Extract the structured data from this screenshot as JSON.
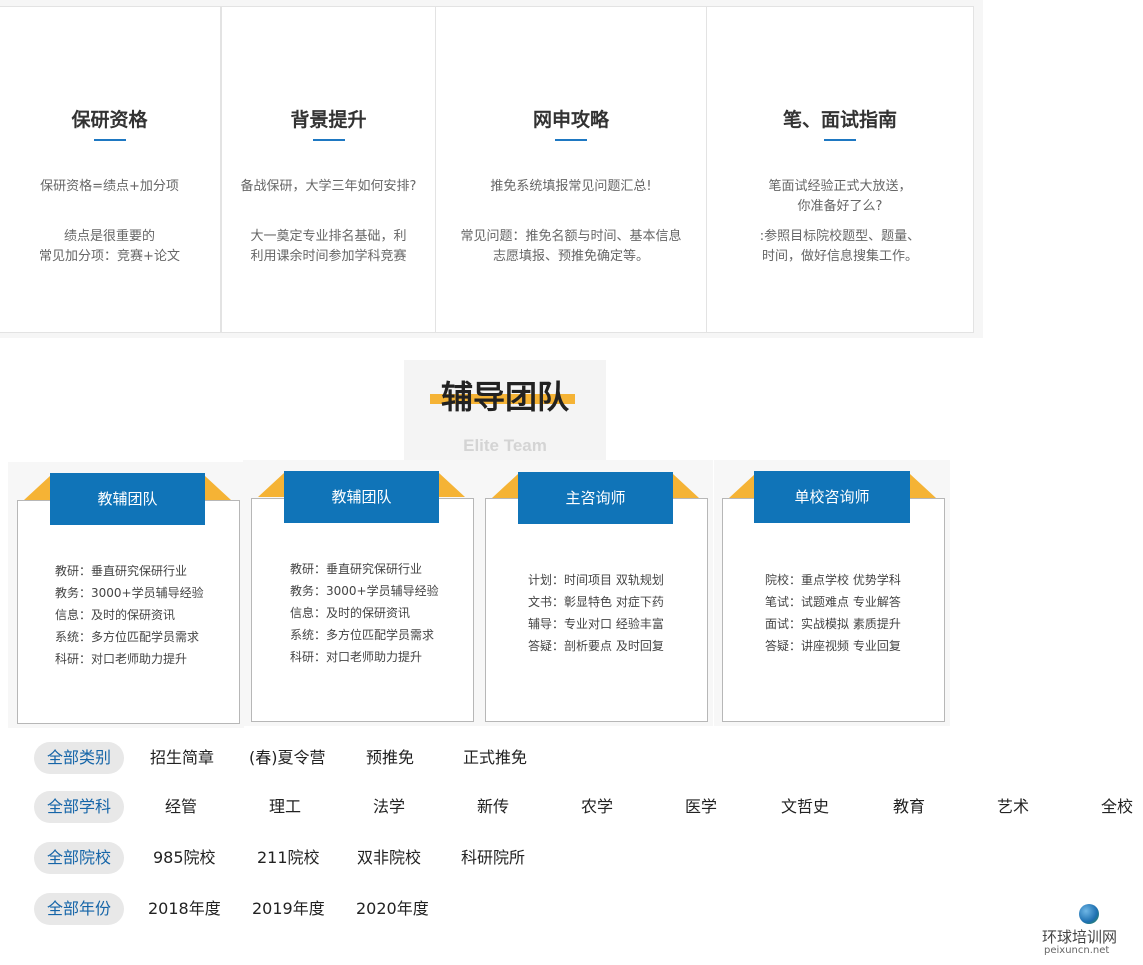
{
  "features": [
    {
      "title": "保研资格",
      "lines": [
        "保研资格=绩点+加分项",
        "绩点是很重要的",
        "常见加分项：竞赛+论文"
      ]
    },
    {
      "title": "背景提升",
      "lines": [
        "备战保研，大学三年如何安排?",
        "大一奠定专业排名基础，利",
        "利用课余时间参加学科竞赛"
      ]
    },
    {
      "title": "网申攻略",
      "lines": [
        "推免系统填报常见问题汇总!",
        "常见问题：推免名额与时间、基本信息",
        "志愿填报、预推免确定等。"
      ]
    },
    {
      "title": "笔、面试指南",
      "lines": [
        "笔面试经验正式大放送，",
        "你准备好了么?",
        ":参照目标院校题型、题量、",
        "时间，做好信息搜集工作。"
      ]
    }
  ],
  "team_section": {
    "title_cn": "辅导团队",
    "title_en": "Elite Team"
  },
  "team_cards": [
    {
      "title": "教辅团队",
      "items": [
        "教研：垂直研究保研行业",
        "教务：3000+学员辅导经验",
        "信息：及时的保研资讯",
        "系统：多方位匹配学员需求",
        "科研：对口老师助力提升"
      ]
    },
    {
      "title": "教辅团队",
      "items": [
        "教研：垂直研究保研行业",
        "教务：3000+学员辅导经验",
        "信息：及时的保研资讯",
        "系统：多方位匹配学员需求",
        "科研：对口老师助力提升"
      ]
    },
    {
      "title": "主咨询师",
      "items": [
        "计划：时间项目 双轨规划",
        "文书：彰显特色 对症下药",
        "辅导：专业对口 经验丰富",
        "答疑：剖析要点 及时回复"
      ]
    },
    {
      "title": "单校咨询师",
      "items": [
        "院校：重点学校 优势学科",
        "笔试：试题难点 专业解答",
        "面试：实战模拟 素质提升",
        "答疑：讲座视频 专业回复"
      ]
    }
  ],
  "filters": [
    {
      "label": "全部类别",
      "options": [
        "招生简章",
        "(春)夏令营",
        "预推免",
        "正式推免"
      ]
    },
    {
      "label": "全部学科",
      "options": [
        "经管",
        "理工",
        "法学",
        "新传",
        "农学",
        "医学",
        "文哲史",
        "教育",
        "艺术",
        "全校"
      ]
    },
    {
      "label": "全部院校",
      "options": [
        "985院校",
        "211院校",
        "双非院校",
        "科研院所"
      ]
    },
    {
      "label": "全部年份",
      "options": [
        "2018年度",
        "2019年度",
        "2020年度"
      ]
    }
  ],
  "watermark": {
    "name": "环球培训网",
    "url": "peixuncn.net",
    "icon": "globe-icon"
  },
  "colors": {
    "accent_blue": "#1074b8",
    "accent_orange": "#f5b335",
    "pill_bg": "#e8e8e8"
  }
}
